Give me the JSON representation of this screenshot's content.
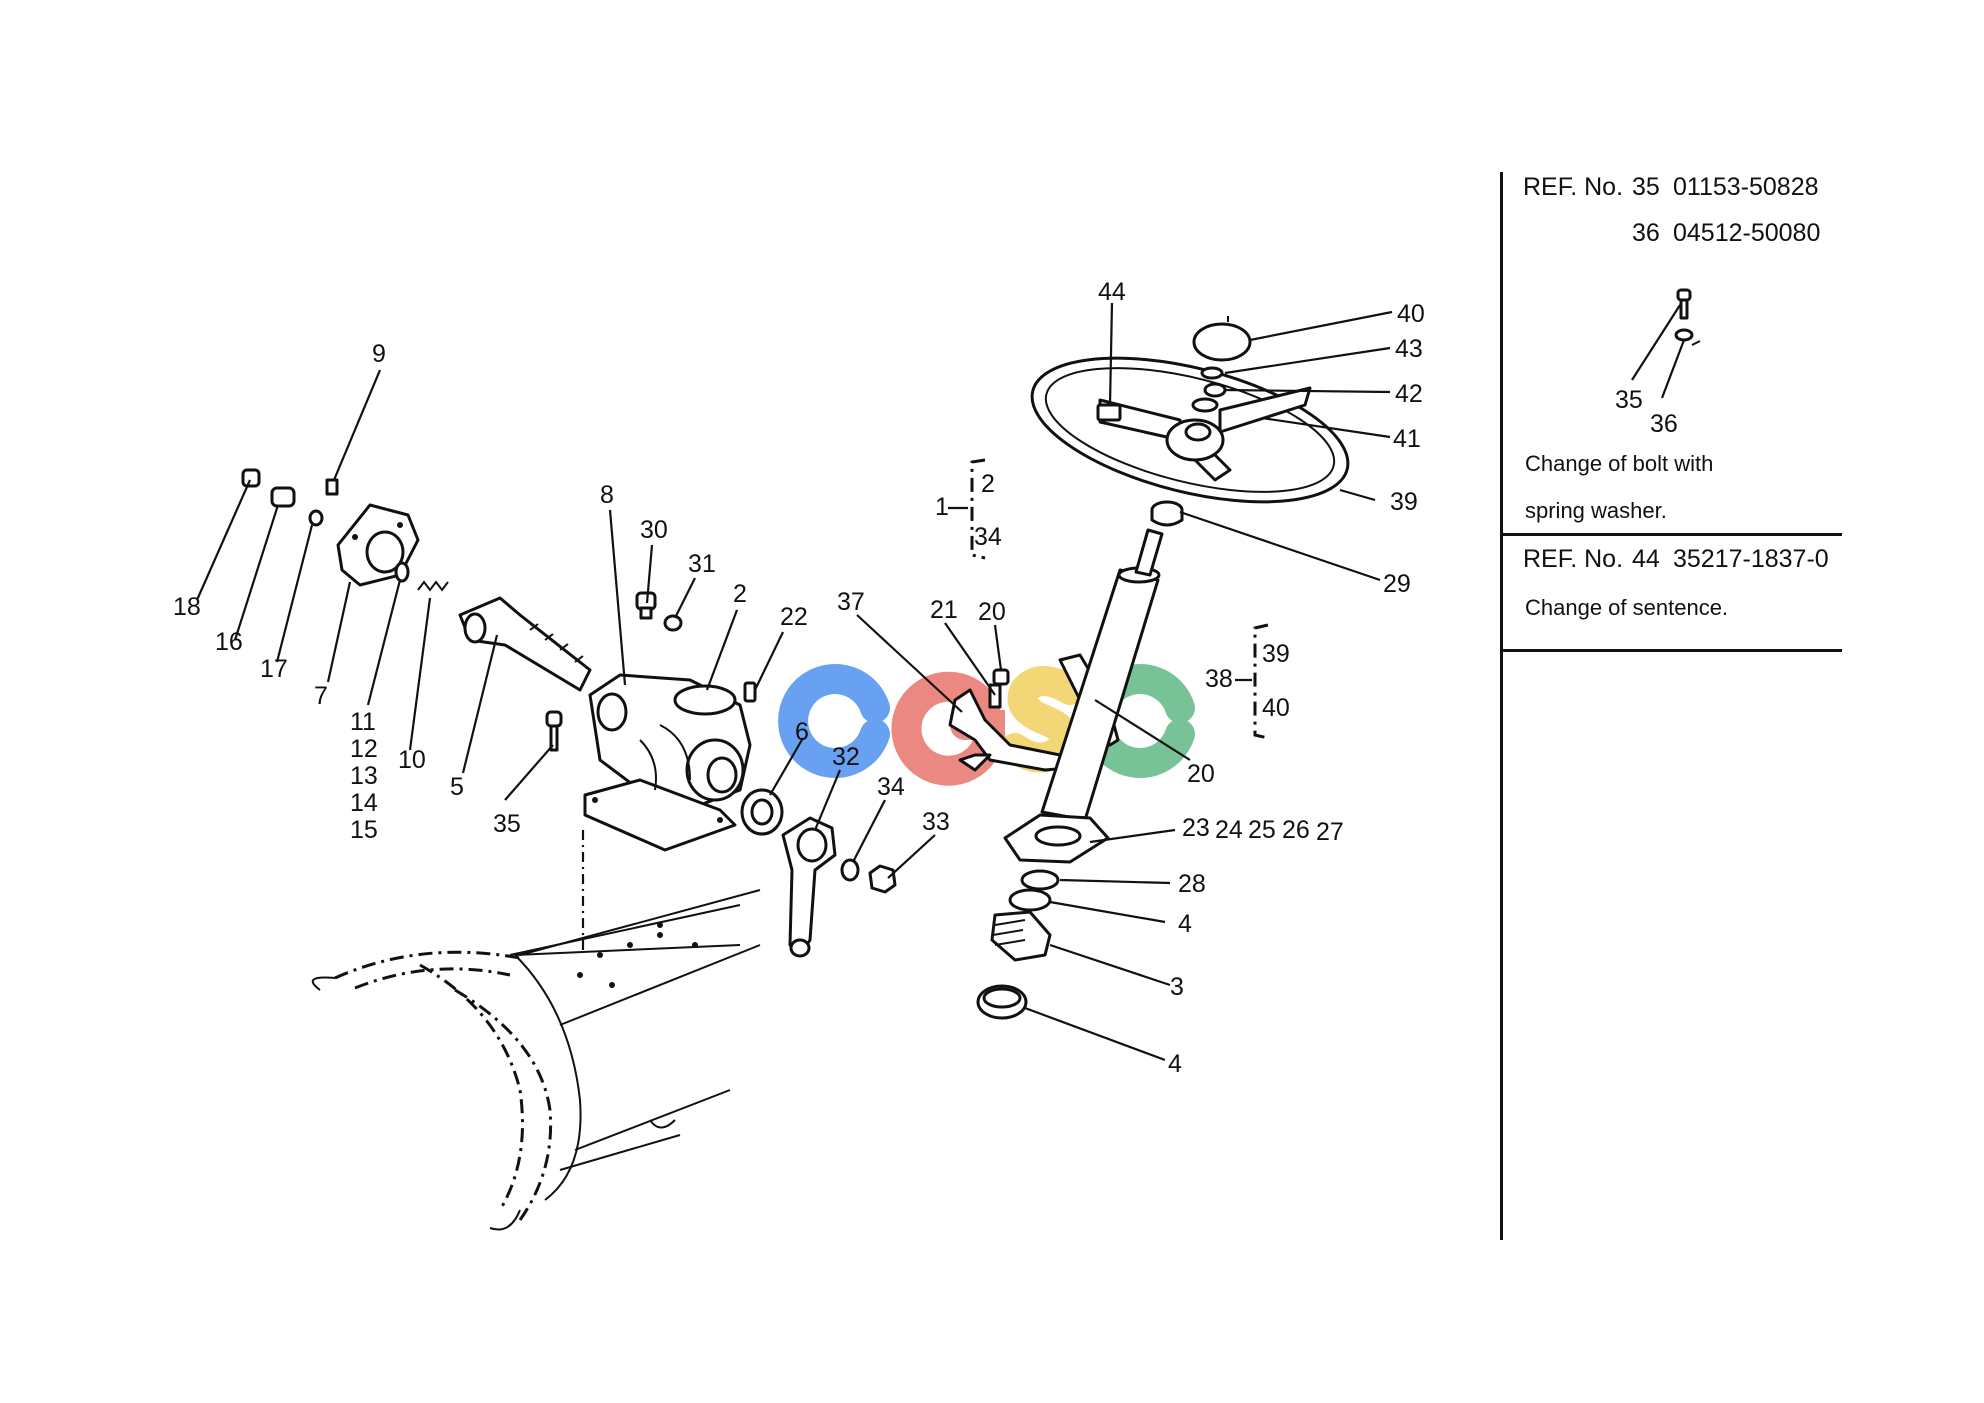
{
  "diagram": {
    "callouts": {
      "c1": "1",
      "c2": "2",
      "c2b": "2",
      "c3": "3",
      "c4a": "4",
      "c4b": "4",
      "c5": "5",
      "c6": "6",
      "c7": "7",
      "c8": "8",
      "c9": "9",
      "c10": "10",
      "c11": "11",
      "c12": "12",
      "c13": "13",
      "c14": "14",
      "c15": "15",
      "c16": "16",
      "c17": "17",
      "c18": "18",
      "c20a": "20",
      "c20b": "20",
      "c21": "21",
      "c22": "22",
      "c23": "23",
      "c24": "24",
      "c25": "25",
      "c26": "26",
      "c27": "27",
      "c28": "28",
      "c29": "29",
      "c30": "30",
      "c31": "31",
      "c32": "32",
      "c33": "33",
      "c34a": "34",
      "c34b": "34",
      "c35": "35",
      "c37": "37",
      "c38": "38",
      "c39a": "39",
      "c39b": "39",
      "c40a": "40",
      "c40b": "40",
      "c41": "41",
      "c42": "42",
      "c43": "43",
      "c44": "44",
      "c35s": "35",
      "c36s": "36"
    },
    "watermark": "CGSC",
    "watermark_colors": [
      "#4e8ff0",
      "#e8736b",
      "#f1cf5d",
      "#5fb784"
    ]
  },
  "revisions": [
    {
      "ref_label": "REF. No.",
      "lines": [
        {
          "ref": "35",
          "part": "01153-50828"
        },
        {
          "ref": "36",
          "part": "04512-50080"
        }
      ],
      "note_line1": "Change of bolt with",
      "note_line2": "spring washer."
    },
    {
      "ref_label": "REF. No.",
      "lines": [
        {
          "ref": "44",
          "part": "35217-1837-0"
        }
      ],
      "note_line1": "Change of sentence."
    }
  ]
}
